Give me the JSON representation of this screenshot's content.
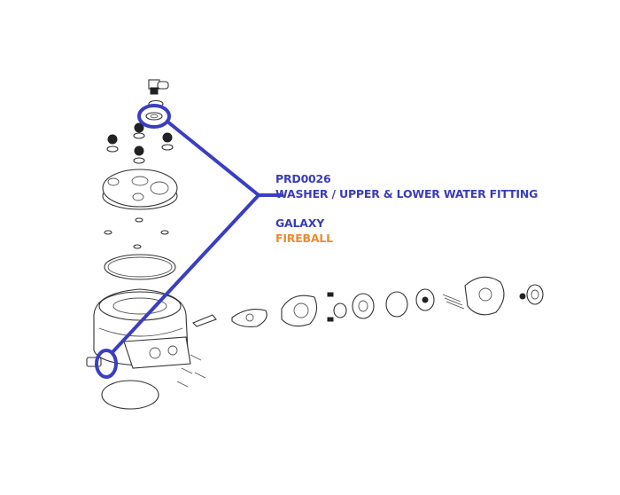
{
  "callout": {
    "part_number": "PRD0026",
    "description": "WASHER / UPPER & LOWER WATER FITTING",
    "models": [
      {
        "name": "GALAXY",
        "color": "#3a3db8"
      },
      {
        "name": "FIREBALL",
        "color": "#ee8a2e"
      }
    ],
    "line_color": "#3a3ec2"
  }
}
